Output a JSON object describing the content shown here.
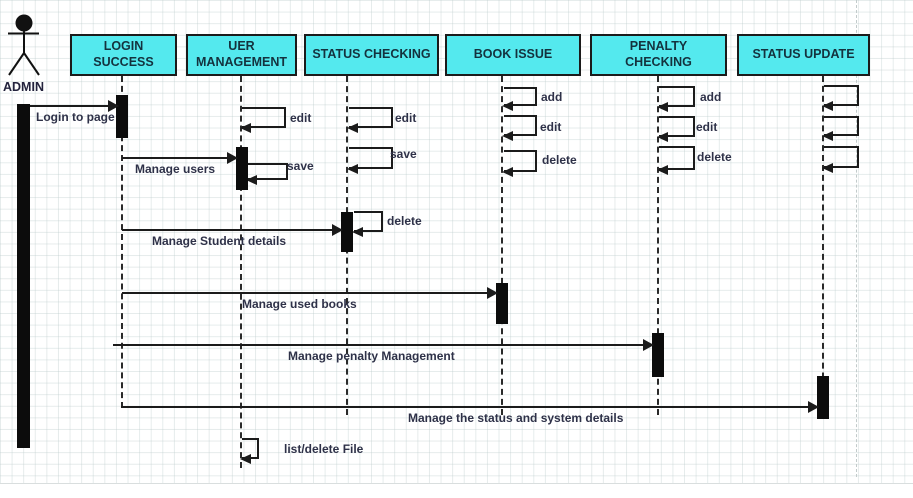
{
  "diagram_type": "uml-sequence-diagram",
  "actor": {
    "name": "ADMIN",
    "icon": "actor-stick-figure-icon"
  },
  "lifelines": [
    {
      "label": "LOGIN SUCCESS"
    },
    {
      "label": "UER MANAGEMENT"
    },
    {
      "label": "STATUS CHECKING"
    },
    {
      "label": "BOOK ISSUE"
    },
    {
      "label": "PENALTY CHECKING"
    },
    {
      "label": "STATUS UPDATE"
    }
  ],
  "messages": [
    {
      "from": "ADMIN",
      "to": "LOGIN SUCCESS",
      "label": "Login to page"
    },
    {
      "from": "LOGIN SUCCESS",
      "to": "UER MANAGEMENT",
      "label": "Manage users"
    },
    {
      "from": "LOGIN SUCCESS",
      "to": "STATUS CHECKING",
      "label": "Manage Student details"
    },
    {
      "from": "LOGIN SUCCESS",
      "to": "BOOK ISSUE",
      "label": "Manage used books"
    },
    {
      "from": "LOGIN SUCCESS",
      "to": "PENALTY CHECKING",
      "label": "Manage penalty Management"
    },
    {
      "from": "LOGIN SUCCESS",
      "to": "STATUS UPDATE",
      "label": "Manage the status and  system details"
    }
  ],
  "self_messages": {
    "uer_management": [
      "edit",
      "save",
      "list/delete File"
    ],
    "status_checking": [
      "edit",
      "save",
      "delete"
    ],
    "book_issue": [
      "add",
      "edit",
      "delete"
    ],
    "penalty_checking": [
      "add",
      "edit",
      "delete"
    ],
    "status_update": [
      "",
      "",
      ""
    ]
  },
  "colors": {
    "lifeline_header_fill": "#54E9EE",
    "stroke": "#1B1B1B",
    "label_text": "#2E3148",
    "header_text": "#14323E",
    "grid_line": "#DDE6E6"
  }
}
